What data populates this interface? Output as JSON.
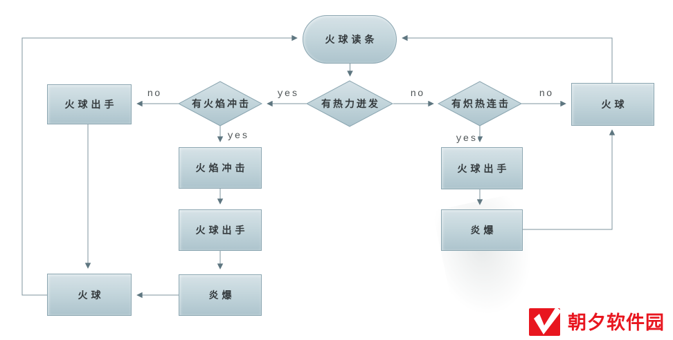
{
  "diagram": {
    "nodes": {
      "start": "火球读条",
      "check_hot_streak": "有热力迸发",
      "check_fire_blast": "有火焰冲击",
      "check_scorch": "有炽热连击",
      "fireball_cast_left": "火球出手",
      "fireball_right": "火球",
      "fire_blast_mid": "火焰冲击",
      "fireball_cast_mid": "火球出手",
      "pyroblast_mid": "炎爆",
      "fireball_left": "火球",
      "fireball_cast_right": "火球出手",
      "pyroblast_right": "炎爆"
    },
    "edge_labels": {
      "fire_blast_no": "no",
      "hot_streak_yes": "yes",
      "hot_streak_no": "no",
      "scorch_no": "no",
      "fire_blast_yes": "yes",
      "scorch_yes": "yes"
    }
  },
  "footer_logo": {
    "site_name": "朝夕软件园",
    "brand_color": "#e8161f"
  },
  "colors": {
    "node_fill_top": "#d6e2e7",
    "node_fill_bottom": "#adc4cd",
    "node_border": "#8aa5b0",
    "connector": "#7d939c",
    "arrowhead": "#5e7680"
  }
}
